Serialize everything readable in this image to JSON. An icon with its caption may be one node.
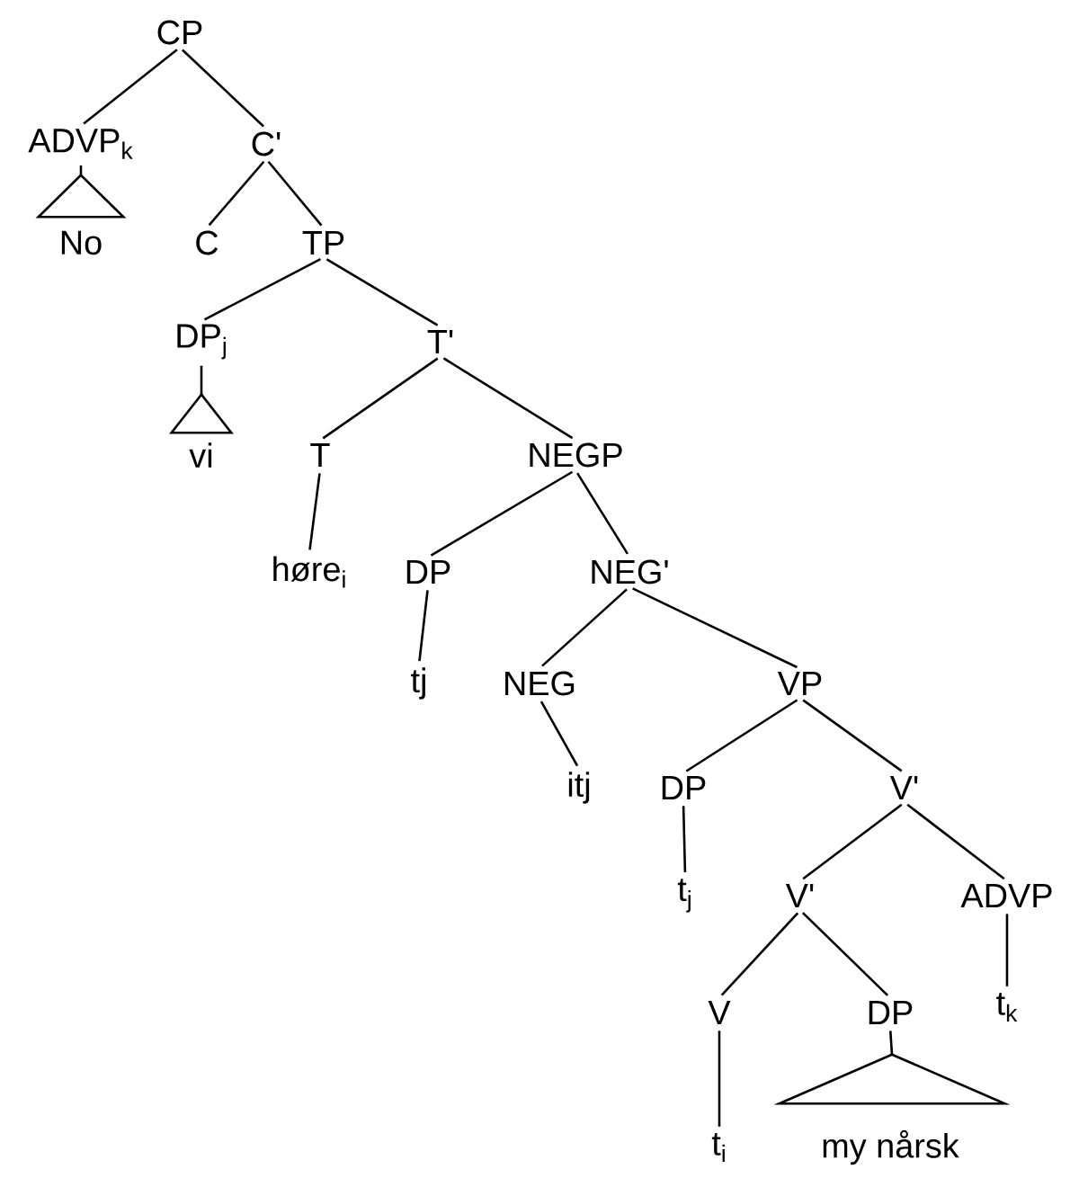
{
  "diagram": {
    "nodes": [
      {
        "text": [
          "CP"
        ]
      },
      {
        "text": [
          "ADVP$_{k}$"
        ]
      },
      {
        "text": [
          "C'"
        ]
      },
      {
        "text": [],
        "shape": "triangle"
      },
      {
        "text": [
          "No"
        ]
      },
      {
        "text": [
          "C"
        ]
      },
      {
        "text": [
          "TP"
        ]
      },
      {
        "text": [
          "DP$_{j}$"
        ]
      },
      {
        "text": [
          "T'"
        ]
      },
      {
        "text": [],
        "shape": "triangle"
      },
      {
        "text": [
          "vi"
        ]
      },
      {
        "text": [
          "T"
        ]
      },
      {
        "text": [
          "NEGP"
        ]
      },
      {
        "text": [
          "høre$_{i}$"
        ]
      },
      {
        "text": [
          "DP"
        ]
      },
      {
        "text": [
          "NEG'"
        ]
      },
      {
        "text": [
          "tj"
        ]
      },
      {
        "text": [
          "NEG"
        ]
      },
      {
        "text": [
          "VP"
        ]
      },
      {
        "text": [
          "itj"
        ]
      },
      {
        "text": [
          "DP"
        ]
      },
      {
        "text": [
          "V'"
        ]
      },
      {
        "text": [
          "t$_{j}$"
        ]
      },
      {
        "text": [
          "V'"
        ]
      },
      {
        "text": [
          "ADVP"
        ]
      },
      {
        "text": [
          "V"
        ]
      },
      {
        "text": [
          "DP"
        ]
      },
      {
        "text": [
          "t$_{k}$"
        ]
      },
      {
        "text": [],
        "shape": "triangle"
      },
      {
        "text": [
          "t$_{i}$"
        ]
      },
      {
        "text": [
          "my nårsk"
        ]
      }
    ],
    "edges": [
      {
        "from": 0,
        "to": 1,
        "arrow": "none"
      },
      {
        "from": 0,
        "to": 2,
        "arrow": "none"
      },
      {
        "from": 1,
        "to": 3,
        "arrow": "none"
      },
      {
        "from": 2,
        "to": 5,
        "arrow": "none"
      },
      {
        "from": 2,
        "to": 6,
        "arrow": "none"
      },
      {
        "from": 6,
        "to": 7,
        "arrow": "none"
      },
      {
        "from": 6,
        "to": 8,
        "arrow": "none"
      },
      {
        "from": 7,
        "to": 9,
        "arrow": "none"
      },
      {
        "from": 8,
        "to": 11,
        "arrow": "none"
      },
      {
        "from": 8,
        "to": 12,
        "arrow": "none"
      },
      {
        "from": 11,
        "to": 13,
        "arrow": "none"
      },
      {
        "from": 12,
        "to": 14,
        "arrow": "none"
      },
      {
        "from": 12,
        "to": 15,
        "arrow": "none"
      },
      {
        "from": 14,
        "to": 16,
        "arrow": "none"
      },
      {
        "from": 15,
        "to": 17,
        "arrow": "none"
      },
      {
        "from": 15,
        "to": 18,
        "arrow": "none"
      },
      {
        "from": 17,
        "to": 19,
        "arrow": "none"
      },
      {
        "from": 18,
        "to": 20,
        "arrow": "none"
      },
      {
        "from": 18,
        "to": 21,
        "arrow": "none"
      },
      {
        "from": 20,
        "to": 22,
        "arrow": "none"
      },
      {
        "from": 21,
        "to": 23,
        "arrow": "none"
      },
      {
        "from": 21,
        "to": 24,
        "arrow": "none"
      },
      {
        "from": 23,
        "to": 25,
        "arrow": "none"
      },
      {
        "from": 23,
        "to": 26,
        "arrow": "none"
      },
      {
        "from": 24,
        "to": 27,
        "arrow": "none"
      },
      {
        "from": 25,
        "to": 29,
        "arrow": "none"
      },
      {
        "from": 26,
        "to": 28,
        "arrow": "none"
      }
    ]
  }
}
